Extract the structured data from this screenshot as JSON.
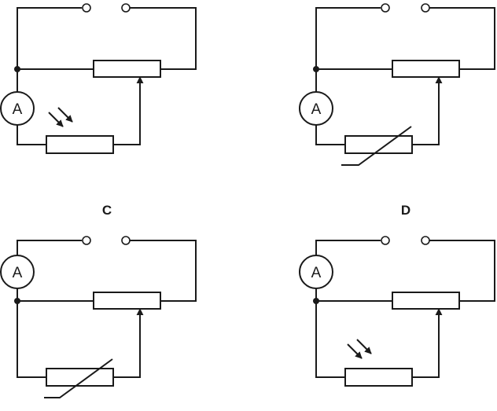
{
  "labels": {
    "c": "C",
    "d": "D"
  },
  "ammeter": {
    "symbol": "A"
  }
}
